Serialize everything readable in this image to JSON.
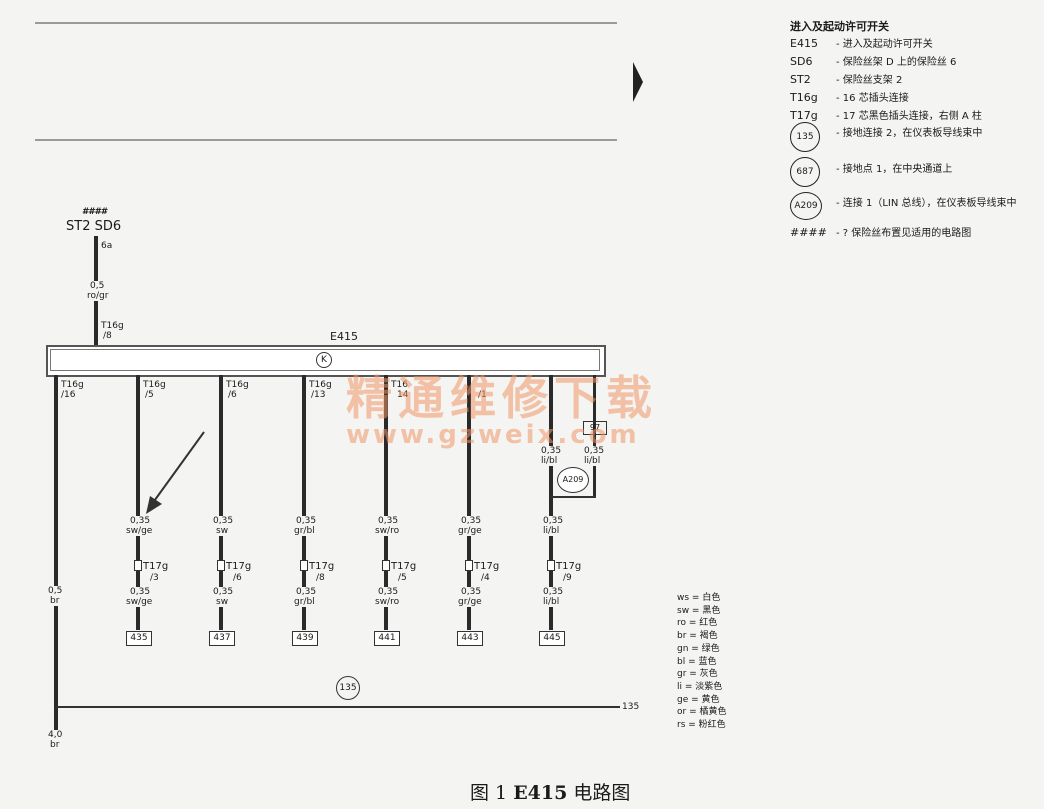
{
  "legend": {
    "title": "进入及起动许可开关",
    "items": [
      {
        "code": "E415",
        "desc": "- 进入及起动许可开关"
      },
      {
        "code": "SD6",
        "desc": "- 保险丝架 D 上的保险丝 6"
      },
      {
        "code": "ST2",
        "desc": "- 保险丝支架 2"
      },
      {
        "code": "T16g",
        "desc": "- 16 芯插头连接"
      },
      {
        "code": "T17g",
        "desc": "- 17 芯黑色插头连接，右侧 A 柱"
      }
    ],
    "circled": [
      {
        "code": "135",
        "desc": "- 接地连接 2，在仪表板导线束中"
      },
      {
        "code": "687",
        "desc": "- 接地点 1，在中央通道上"
      },
      {
        "code": "A209",
        "desc": "- 连接 1（LIN 总线），在仪表板导线束中"
      }
    ],
    "fuse_note": {
      "code": "####",
      "desc": "- ? 保险丝布置见适用的电路图"
    }
  },
  "diagram": {
    "fuse_marks": "####",
    "fuse_label": "ST2  SD6",
    "feed_pin": "6a",
    "feed_wire": [
      "0,5",
      "ro/gr"
    ],
    "feed_conn": [
      "T16g",
      "/8"
    ],
    "component": "E415",
    "k_symbol": "K",
    "ground_wire": {
      "conn": [
        "T16g",
        "/16"
      ],
      "wire": [
        "0,5",
        "br"
      ],
      "bottom": [
        "4,0",
        "br"
      ]
    },
    "branches": [
      {
        "top": [
          "T16g",
          "/5"
        ],
        "wire": [
          "0,35",
          "sw/ge"
        ],
        "t17": [
          "T17g",
          "/3"
        ],
        "wire2": [
          "0,35",
          "sw/ge"
        ],
        "ref": "435"
      },
      {
        "top": [
          "T16g",
          "/6"
        ],
        "wire": [
          "0,35",
          "sw"
        ],
        "t17": [
          "T17g",
          "/6"
        ],
        "wire2": [
          "0,35",
          "sw"
        ],
        "ref": "437"
      },
      {
        "top": [
          "T16g",
          "/13"
        ],
        "wire": [
          "0,35",
          "gr/bl"
        ],
        "t17": [
          "T17g",
          "/8"
        ],
        "wire2": [
          "0,35",
          "gr/bl"
        ],
        "ref": "439"
      },
      {
        "top": [
          "T16",
          "14"
        ],
        "wire": [
          "0,35",
          "sw/ro"
        ],
        "t17": [
          "T17g",
          "/5"
        ],
        "wire2": [
          "0,35",
          "sw/ro"
        ],
        "ref": "441"
      },
      {
        "top": [
          "",
          "/1"
        ],
        "wire": [
          "0,35",
          "gr/ge"
        ],
        "t17": [
          "T17g",
          "/4"
        ],
        "wire2": [
          "0,35",
          "gr/ge"
        ],
        "ref": "443"
      },
      {
        "top": [
          "",
          ""
        ],
        "wire": [
          "0,35",
          "li/bl"
        ],
        "t17": [
          "T17g",
          "/9"
        ],
        "wire2": [
          "0,35",
          "li/bl"
        ],
        "ref": "445"
      }
    ],
    "lin_wires": [
      [
        "0,35",
        "li/bl"
      ],
      [
        "0,35",
        "li/bl"
      ]
    ],
    "lin_node": "A209",
    "box97": "97",
    "ground_node": "135",
    "ground_end": "135"
  },
  "color_legend": [
    "ws = 白色",
    "sw = 黑色",
    "ro = 红色",
    "br = 褐色",
    "gn = 绿色",
    "bl = 蓝色",
    "gr = 灰色",
    "li = 淡紫色",
    "ge = 黄色",
    "or = 橘黄色",
    "rs = 粉红色"
  ],
  "watermark": {
    "cn": "精通维修下载",
    "url": "www.gzweix.com"
  },
  "caption": {
    "prefix": "图 1",
    "bold": "E415",
    "suffix": "电路图"
  }
}
